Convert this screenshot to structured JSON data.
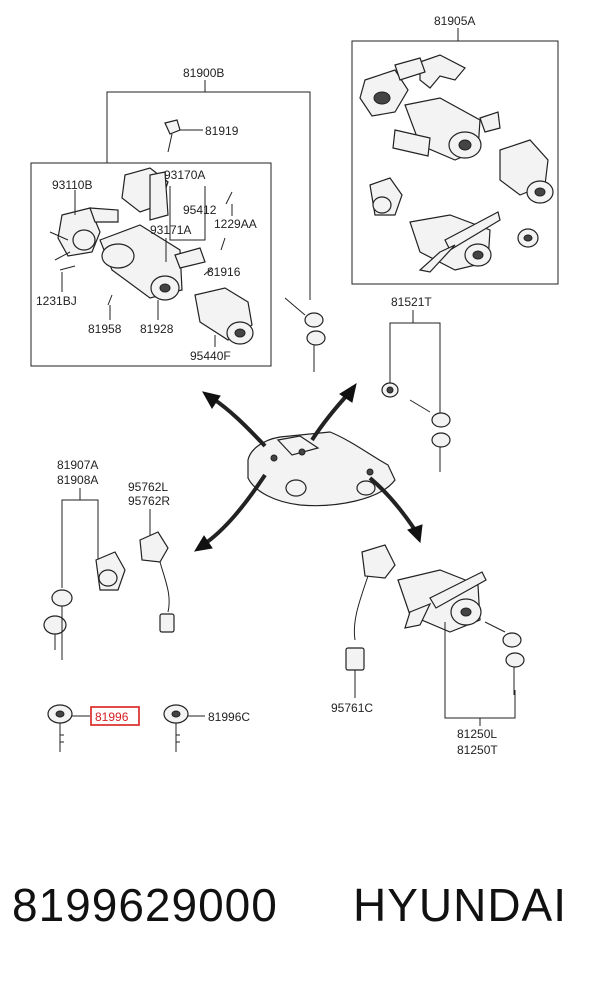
{
  "labels": {
    "l81905A": "81905A",
    "l81900B": "81900B",
    "l81919": "81919",
    "l93110B": "93110B",
    "l93170A": "93170A",
    "l95412": "95412",
    "l1229AA": "1229AA",
    "l93171A": "93171A",
    "l81916": "81916",
    "l1231BJ": "1231BJ",
    "l81958": "81958",
    "l81928": "81928",
    "l95440F": "95440F",
    "l81521T": "81521T",
    "l81907A": "81907A",
    "l81908A": "81908A",
    "l95762L": "95762L",
    "l95762R": "95762R",
    "l95761C": "95761C",
    "l81250L": "81250L",
    "l81250T": "81250T",
    "l81996": "81996",
    "l81996C": "81996C"
  },
  "highlight": {
    "label": "81996",
    "color": "#d81e1e"
  },
  "caption": {
    "part_number": "8199629000",
    "brand": "HYUNDAI"
  }
}
